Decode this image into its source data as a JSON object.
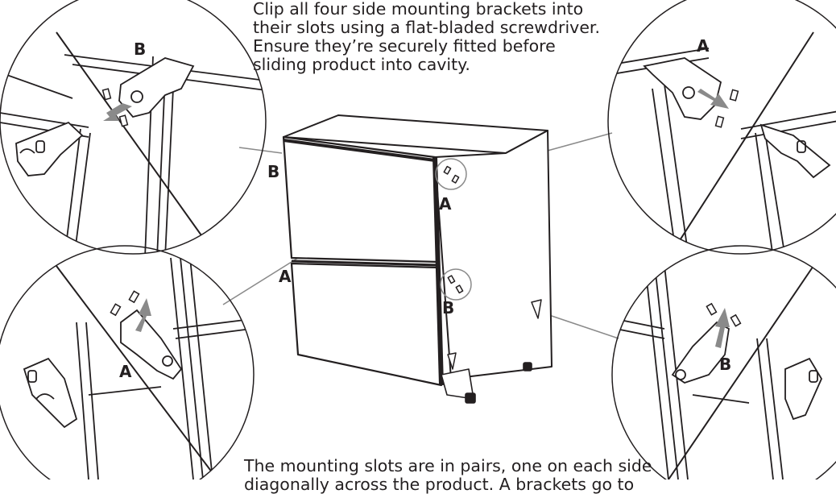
{
  "caption_top": [
    "Clip all four side mounting brackets into",
    "their slots using a flat-bladed screwdriver.",
    "Ensure they’re securely fitted before",
    "sliding product into cavity."
  ],
  "caption_bottom": [
    "The mounting slots are in pairs, one on each side",
    "diagonally across the product. A brackets go to"
  ],
  "labels": {
    "zoom_top_left": "B",
    "zoom_top_right": "A",
    "zoom_bottom_left": "A",
    "zoom_bottom_right": "B",
    "appliance_top_left": "B",
    "appliance_side_top": "A",
    "appliance_mid_left": "A",
    "appliance_side_bottom": "B"
  },
  "colors": {
    "ink": "#231f20",
    "arrow": "#8a8a8a",
    "background": "#ffffff"
  }
}
